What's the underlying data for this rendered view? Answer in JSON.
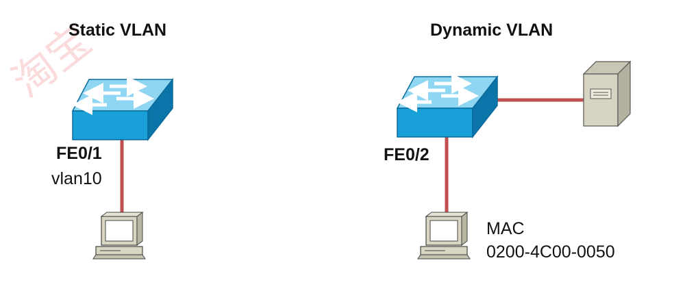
{
  "left": {
    "title": "Static VLAN",
    "port": "FE0/1",
    "vlan": "vlan10"
  },
  "right": {
    "title": "Dynamic VLAN",
    "port": "FE0/2",
    "mac_label": "MAC",
    "mac_value": "0200-4C00-0050"
  },
  "watermark": {
    "text": "淘宝"
  },
  "colors": {
    "link": "#c0504d",
    "switch_top": "#7fcff0",
    "switch_front": "#1aa0d8",
    "switch_side": "#0b74a8",
    "server": "#d7d4c4",
    "pc": "#d8d5c2"
  }
}
